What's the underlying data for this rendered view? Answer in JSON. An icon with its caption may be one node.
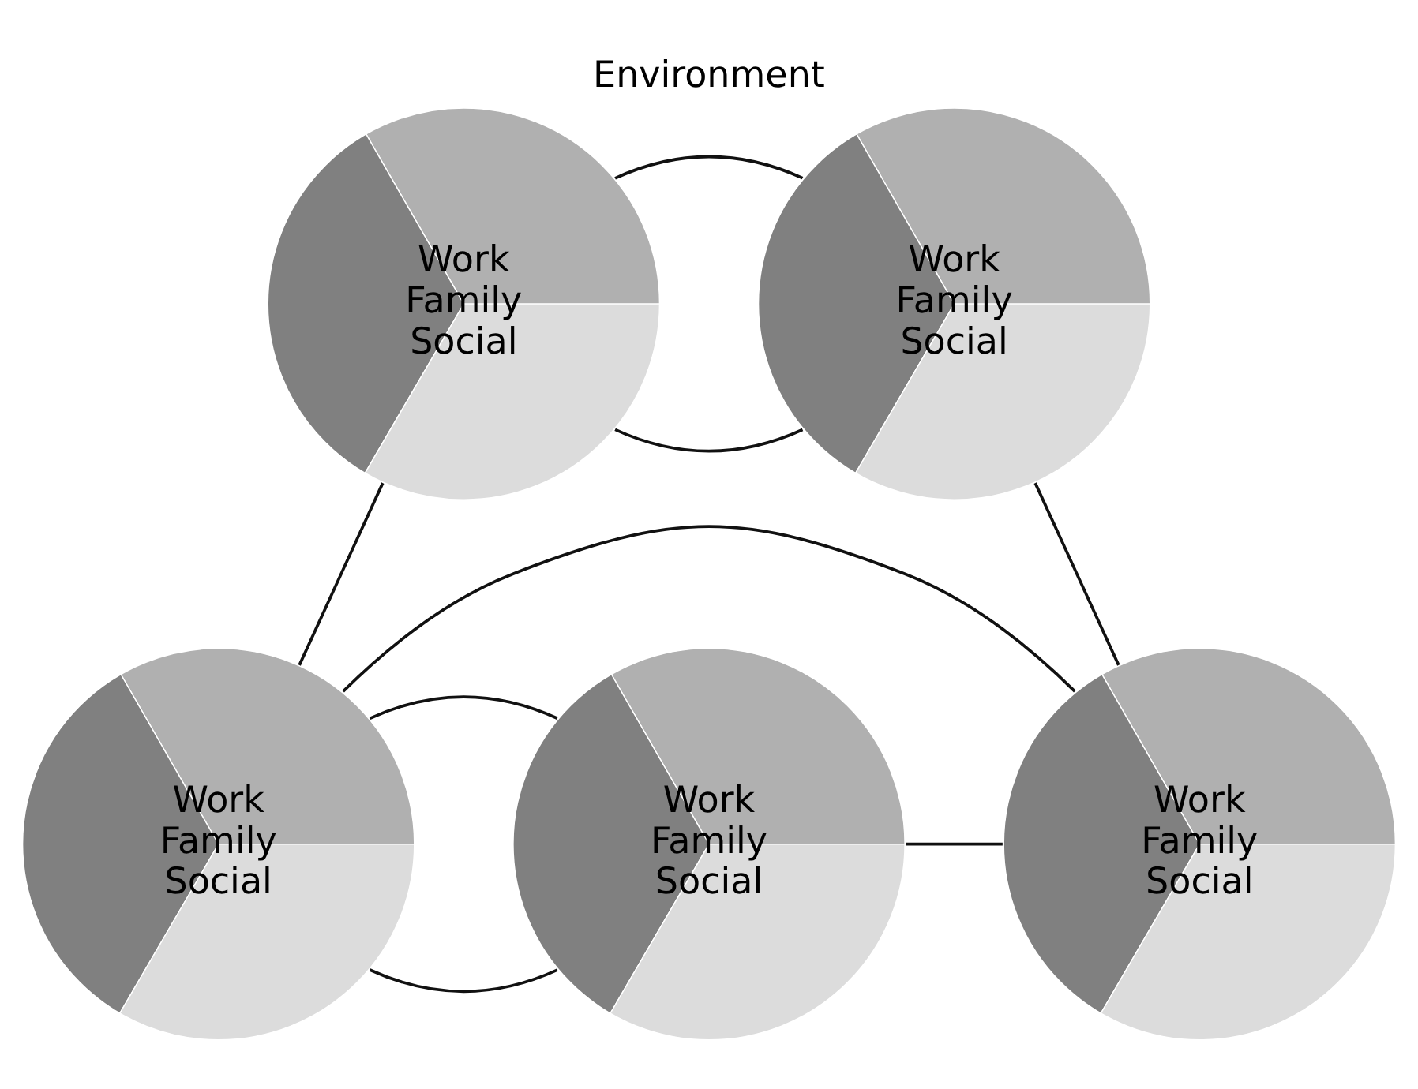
{
  "diagram": {
    "title": "Environment",
    "nodes": [
      {
        "text": [
          "Work",
          "Family",
          "Social"
        ]
      },
      {
        "text": [
          "Work",
          "Family",
          "Social"
        ]
      },
      {
        "text": [
          "Work",
          "Family",
          "Social"
        ]
      },
      {
        "text": [
          "Work",
          "Family",
          "Social"
        ]
      },
      {
        "text": [
          "Work",
          "Family",
          "Social"
        ]
      }
    ],
    "edges": [
      {
        "from": 0,
        "to": 1,
        "arrow": "none"
      },
      {
        "from": 0,
        "to": 1,
        "arrow": "none"
      },
      {
        "from": 0,
        "to": 2,
        "arrow": "none"
      },
      {
        "from": 1,
        "to": 4,
        "arrow": "none"
      },
      {
        "from": 2,
        "to": 3,
        "arrow": "none"
      },
      {
        "from": 2,
        "to": 3,
        "arrow": "none"
      },
      {
        "from": 2,
        "to": 4,
        "arrow": "none"
      },
      {
        "from": 3,
        "to": 4,
        "arrow": "none"
      }
    ]
  }
}
